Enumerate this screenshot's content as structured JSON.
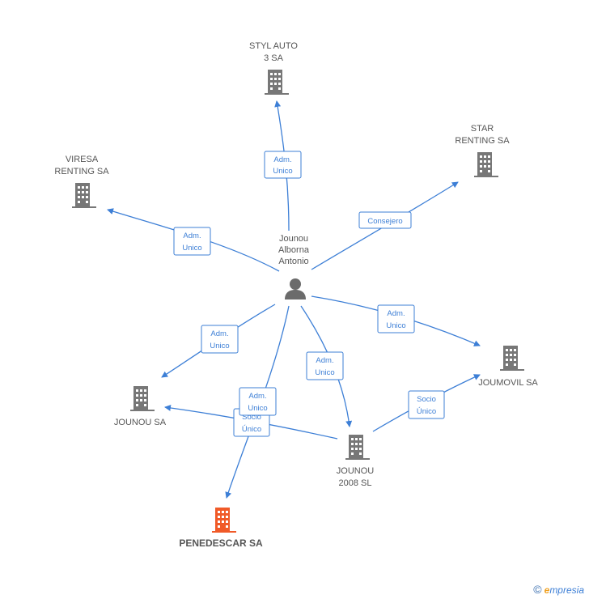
{
  "colors": {
    "edge": "#3d7fd6",
    "building": "#777777",
    "building_main": "#f05a28",
    "person": "#6b6b6b"
  },
  "person": {
    "name_lines": [
      "Jounou",
      "Alborna",
      "Antonio"
    ],
    "icon": "person-icon"
  },
  "companies": [
    {
      "id": "styl-auto",
      "lines": [
        "STYL AUTO",
        "3 SA"
      ],
      "icon": "building-icon"
    },
    {
      "id": "star-renting",
      "lines": [
        "STAR",
        "RENTING SA"
      ],
      "icon": "building-icon"
    },
    {
      "id": "viresa-renting",
      "lines": [
        "VIRESA",
        "RENTING SA"
      ],
      "icon": "building-icon"
    },
    {
      "id": "joumovil",
      "lines": [
        "JOUMOVIL SA"
      ],
      "icon": "building-icon"
    },
    {
      "id": "jounou-sa",
      "lines": [
        "JOUNOU SA"
      ],
      "icon": "building-icon"
    },
    {
      "id": "jounou-2008",
      "lines": [
        "JOUNOU",
        "2008 SL"
      ],
      "icon": "building-icon"
    },
    {
      "id": "penedescar",
      "lines": [
        "PENEDESCAR SA"
      ],
      "icon": "building-icon",
      "main": true
    }
  ],
  "relations": [
    {
      "id": "rel-styl",
      "lines": [
        "Adm.",
        "Unico"
      ]
    },
    {
      "id": "rel-star",
      "lines": [
        "Consejero"
      ]
    },
    {
      "id": "rel-viresa",
      "lines": [
        "Adm.",
        "Unico"
      ]
    },
    {
      "id": "rel-joumovil-person",
      "lines": [
        "Adm.",
        "Unico"
      ]
    },
    {
      "id": "rel-jounou-sa-person",
      "lines": [
        "Adm.",
        "Unico"
      ]
    },
    {
      "id": "rel-jounou2008-person",
      "lines": [
        "Adm.",
        "Unico"
      ]
    },
    {
      "id": "rel-penedescar",
      "lines": [
        "Adm.",
        "Unico"
      ]
    },
    {
      "id": "rel-jounou-sa-from-2008",
      "lines": [
        "Socio",
        "Único"
      ]
    },
    {
      "id": "rel-joumovil-from-2008",
      "lines": [
        "Socio",
        "Único"
      ]
    }
  ],
  "footer": {
    "copyright": "©",
    "brand_initial": "e",
    "brand_rest": "mpresia"
  }
}
